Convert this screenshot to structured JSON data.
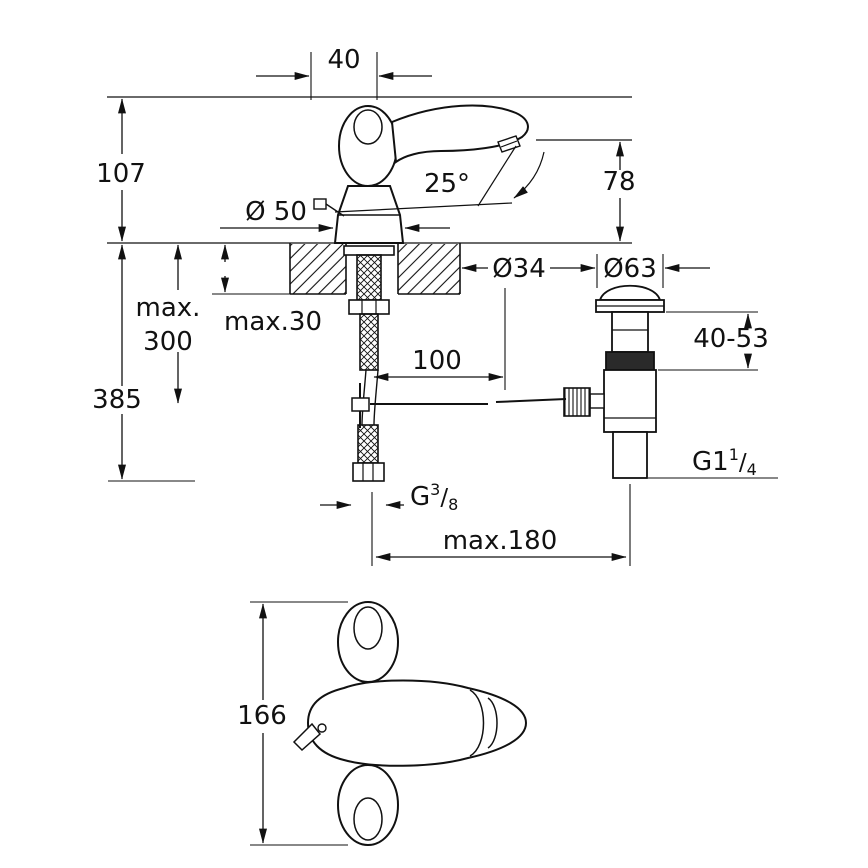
{
  "drawing": {
    "type": "technical-dimension-drawing",
    "subject": "single-lever basin faucet with pop-up waste",
    "line_color": "#111111",
    "background": "#ffffff"
  },
  "side_view": {
    "dim_40": "40",
    "dim_107": "107",
    "dim_dia50": "Ø 50",
    "dim_angle": "25°",
    "dim_78": "78",
    "dim_dia34": "Ø34",
    "dim_dia63": "Ø63",
    "dim_max30": "max.30",
    "dim_max300_line1": "max.",
    "dim_max300_line2": "300",
    "dim_385": "385",
    "dim_100": "100",
    "dim_4053": "40-53",
    "thread_g114_base": "G1",
    "thread_g114_num": "1",
    "thread_g114_den": "4",
    "thread_g38_base": "G",
    "thread_g38_num": "3",
    "thread_g38_den": "8",
    "slash": "/",
    "dim_max180": "max.180"
  },
  "top_view": {
    "dim_166": "166"
  }
}
